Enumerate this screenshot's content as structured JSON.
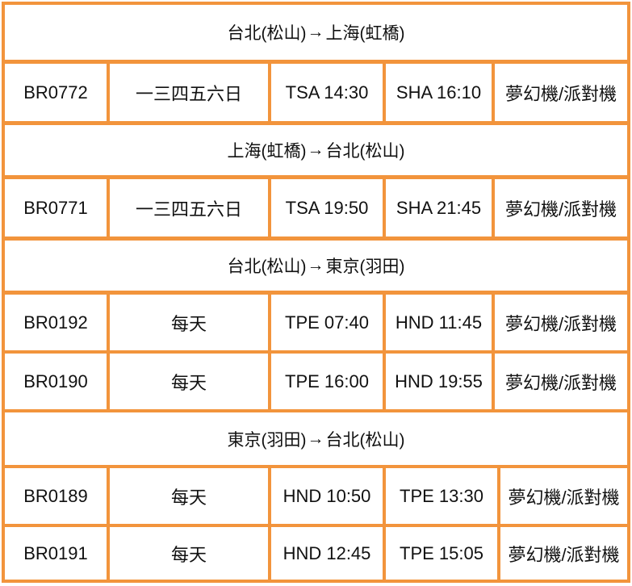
{
  "sections": [
    {
      "route": {
        "from": "台北(松山)",
        "arrow": "→",
        "to": "上海(虹橋)"
      },
      "flights": [
        {
          "flight_no": "BR0772",
          "days": "一三四五六日",
          "depart": "TSA 14:30",
          "arrive": "SHA 16:10",
          "aircraft": "夢幻機/派對機"
        }
      ]
    },
    {
      "route": {
        "from": "上海(虹橋)",
        "arrow": "→",
        "to": "台北(松山)"
      },
      "flights": [
        {
          "flight_no": "BR0771",
          "days": "一三四五六日",
          "depart": "TSA 19:50",
          "arrive": "SHA 21:45",
          "aircraft": "夢幻機/派對機"
        }
      ]
    },
    {
      "route": {
        "from": "台北(松山)",
        "arrow": "→",
        "to": "東京(羽田)"
      },
      "flights": [
        {
          "flight_no": "BR0192",
          "days": "每天",
          "depart": "TPE 07:40",
          "arrive": "HND 11:45",
          "aircraft": "夢幻機/派對機"
        },
        {
          "flight_no": "BR0190",
          "days": "每天",
          "depart": "TPE 16:00",
          "arrive": "HND 19:55",
          "aircraft": "夢幻機/派對機"
        }
      ]
    },
    {
      "route": {
        "from": "東京(羽田)",
        "arrow": "→",
        "to": "台北(松山)"
      },
      "flights": [
        {
          "flight_no": "BR0189",
          "days": "每天",
          "depart": "HND 10:50",
          "arrive": "TPE 13:30",
          "aircraft": "夢幻機/派對機"
        },
        {
          "flight_no": "BR0191",
          "days": "每天",
          "depart": "HND 12:45",
          "arrive": "TPE 15:05",
          "aircraft": "夢幻機/派對機"
        }
      ]
    }
  ],
  "colors": {
    "border": "#f2943c",
    "cell_bg": "#ffffff",
    "text": "#111111"
  }
}
